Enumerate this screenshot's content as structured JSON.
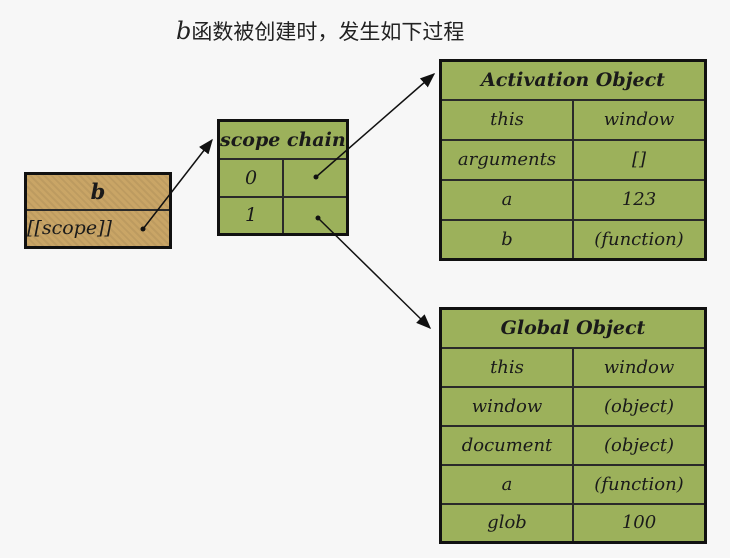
{
  "title": {
    "var": "b",
    "text": "函数被创建时，发生如下过程"
  },
  "b_box": {
    "header": "b",
    "scope_label": "[[scope]]"
  },
  "scope_chain": {
    "header": "scope chain",
    "rows": [
      {
        "index": "0"
      },
      {
        "index": "1"
      }
    ]
  },
  "activation_object": {
    "header": "Activation Object",
    "rows": [
      {
        "key": "this",
        "value": "window"
      },
      {
        "key": "arguments",
        "value": "[]"
      },
      {
        "key": "a",
        "value": "123"
      },
      {
        "key": "b",
        "value": "(function)"
      }
    ]
  },
  "global_object": {
    "header": "Global Object",
    "rows": [
      {
        "key": "this",
        "value": "window"
      },
      {
        "key": "window",
        "value": "(object)"
      },
      {
        "key": "document",
        "value": "(object)"
      },
      {
        "key": "a",
        "value": "(function)"
      },
      {
        "key": "glob",
        "value": "100"
      }
    ]
  },
  "colors": {
    "cell_green": "#9cb15b",
    "cell_gold": "#c9a566",
    "border": "#111111"
  }
}
